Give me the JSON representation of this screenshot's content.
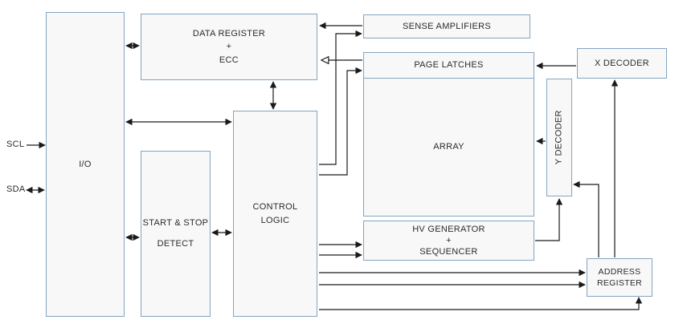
{
  "pins": {
    "scl": "SCL",
    "sda": "SDA"
  },
  "blocks": {
    "io": {
      "label": "I/O"
    },
    "data_register": {
      "label": "DATA REGISTER\n+\nECC"
    },
    "start_stop": {
      "label": "START & STOP\nDETECT"
    },
    "control_logic": {
      "label": "CONTROL\nLOGIC"
    },
    "sense_amplifiers": {
      "label": "SENSE AMPLIFIERS"
    },
    "page_latches": {
      "label": "PAGE LATCHES"
    },
    "array": {
      "label": "ARRAY"
    },
    "y_decoder": {
      "label": "Y DECODER"
    },
    "x_decoder": {
      "label": "X DECODER"
    },
    "hv_generator": {
      "label": "HV GENERATOR\n+\nSEQUENCER"
    },
    "address_register": {
      "label": "ADDRESS\nREGISTER"
    }
  },
  "colors": {
    "block_border": "#84a4c2",
    "block_fill": "#f8f8f8",
    "line": "#1a1a1a",
    "text": "#2b2b2b"
  }
}
